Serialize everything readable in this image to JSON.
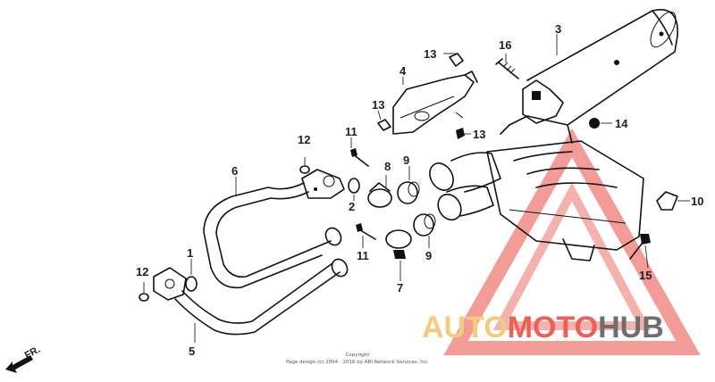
{
  "diagram": {
    "copyright_line1": "Copyright",
    "copyright_line2": "Page design (c) 2004 - 2016 by ARI Network Services, Inc.",
    "fr_label": "FR.",
    "parts": [
      {
        "id": "1",
        "label": "1"
      },
      {
        "id": "2",
        "label": "2"
      },
      {
        "id": "3",
        "label": "3"
      },
      {
        "id": "4",
        "label": "4"
      },
      {
        "id": "5",
        "label": "5"
      },
      {
        "id": "6",
        "label": "6"
      },
      {
        "id": "7",
        "label": "7"
      },
      {
        "id": "8",
        "label": "8"
      },
      {
        "id": "9a",
        "label": "9"
      },
      {
        "id": "9b",
        "label": "9"
      },
      {
        "id": "10",
        "label": "10"
      },
      {
        "id": "11a",
        "label": "11"
      },
      {
        "id": "11b",
        "label": "11"
      },
      {
        "id": "12a",
        "label": "12"
      },
      {
        "id": "12b",
        "label": "12"
      },
      {
        "id": "13a",
        "label": "13"
      },
      {
        "id": "13b",
        "label": "13"
      },
      {
        "id": "13c",
        "label": "13"
      },
      {
        "id": "14",
        "label": "14"
      },
      {
        "id": "15",
        "label": "15"
      },
      {
        "id": "16",
        "label": "16"
      }
    ]
  },
  "watermark": {
    "part1": "AUTO",
    "part2": "MOTO",
    "part3": "HUB",
    "color_auto": "#f5c26b",
    "color_moto": "#e8463c",
    "color_hub": "#555555"
  }
}
